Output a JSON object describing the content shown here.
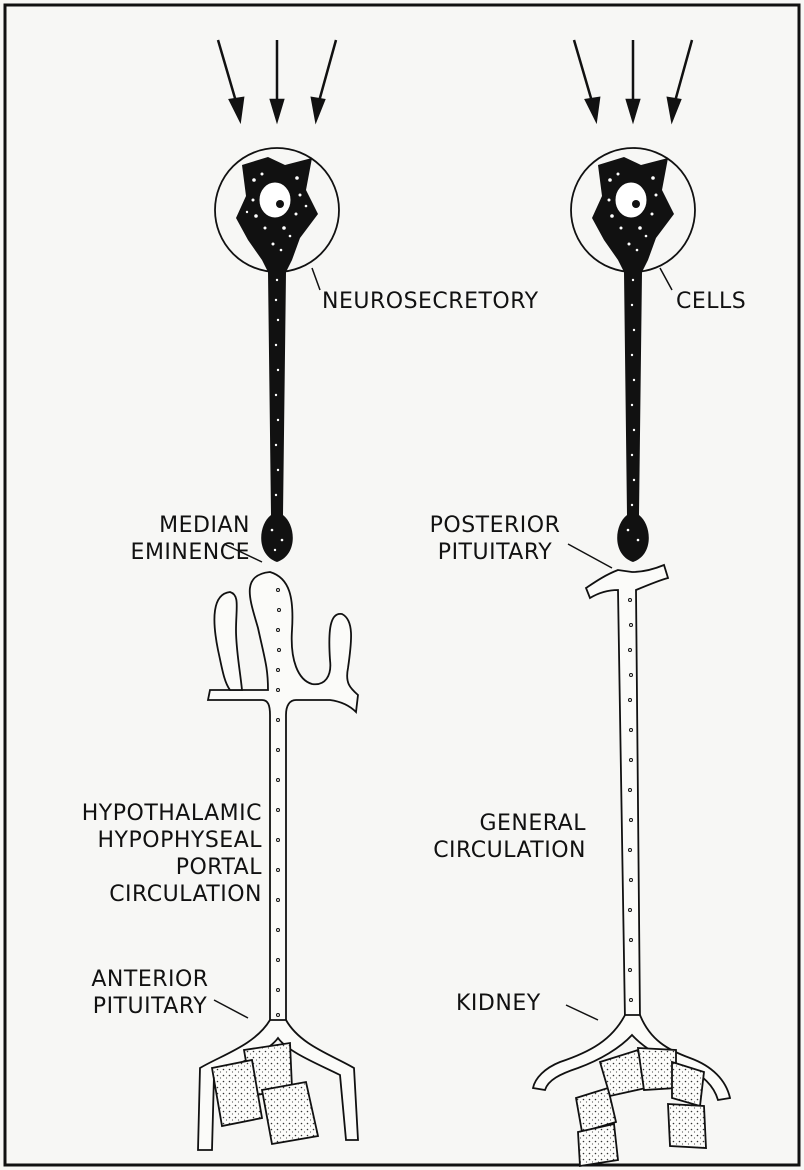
{
  "labels": {
    "neurosecretory": "NEUROSECRETORY",
    "cells": "CELLS",
    "median_line1": "MEDIAN",
    "median_line2": "EMINENCE",
    "posterior_line1": "POSTERIOR",
    "posterior_line2": "PITUITARY",
    "hypo_line1": "HYPOTHALAMIC",
    "hypo_line2": "HYPOPHYSEAL",
    "hypo_line3": "PORTAL",
    "hypo_line4": "CIRCULATION",
    "general_line1": "GENERAL",
    "general_line2": "CIRCULATION",
    "anterior_line1": "ANTERIOR",
    "anterior_line2": "PITUITARY",
    "kidney": "KIDNEY"
  },
  "colors": {
    "ink": "#111111",
    "paper": "#f7f7f5"
  }
}
